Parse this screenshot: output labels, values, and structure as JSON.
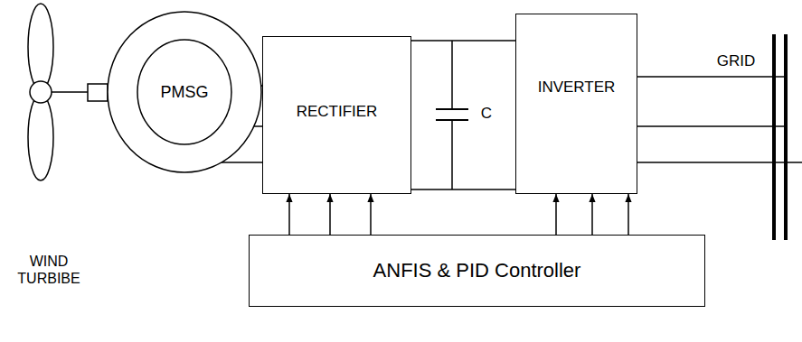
{
  "diagram": {
    "nodes": [
      {
        "text": [
          "PMSG"
        ]
      },
      {
        "text": [
          "RECTIFIER"
        ]
      },
      {
        "text": [
          "INVERTER"
        ]
      },
      {
        "text": [
          "ANFIS & PID Controller"
        ]
      }
    ],
    "edges": [
      {
        "from": 0,
        "to": 1,
        "arrow": "none"
      },
      {
        "from": 0,
        "to": 1,
        "arrow": "none"
      },
      {
        "from": 0,
        "to": 1,
        "arrow": "none"
      },
      {
        "from": 1,
        "to": 2,
        "arrow": "none"
      },
      {
        "from": 1,
        "to": 2,
        "arrow": "none"
      },
      {
        "from": 3,
        "to": 1,
        "arrow": "to"
      },
      {
        "from": 3,
        "to": 1,
        "arrow": "to"
      },
      {
        "from": 3,
        "to": 1,
        "arrow": "to"
      },
      {
        "from": 3,
        "to": 2,
        "arrow": "to"
      },
      {
        "from": 3,
        "to": 2,
        "arrow": "to"
      },
      {
        "from": 3,
        "to": 2,
        "arrow": "to"
      }
    ],
    "labels": [
      "C",
      "GRID",
      "WIND TURBIBE"
    ]
  }
}
